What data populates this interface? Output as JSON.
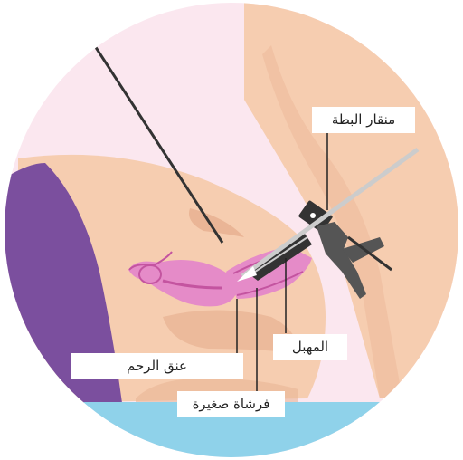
{
  "labels": {
    "speculum": "منقار البطة",
    "dilator": "المهبل",
    "cervix": "عنق الرحم",
    "brush": "فرشاة صغيرة"
  },
  "colors": {
    "background_circle": "#fbe7ef",
    "skin": "#f6cdb0",
    "skin_shadow": "#eab596",
    "drape_purple": "#7b4f9e",
    "table_blue": "#8fd2ea",
    "organ_pink": "#e58bc8",
    "organ_dark": "#c454a0",
    "instrument_dark": "#333333",
    "instrument_light": "#cccccc"
  }
}
